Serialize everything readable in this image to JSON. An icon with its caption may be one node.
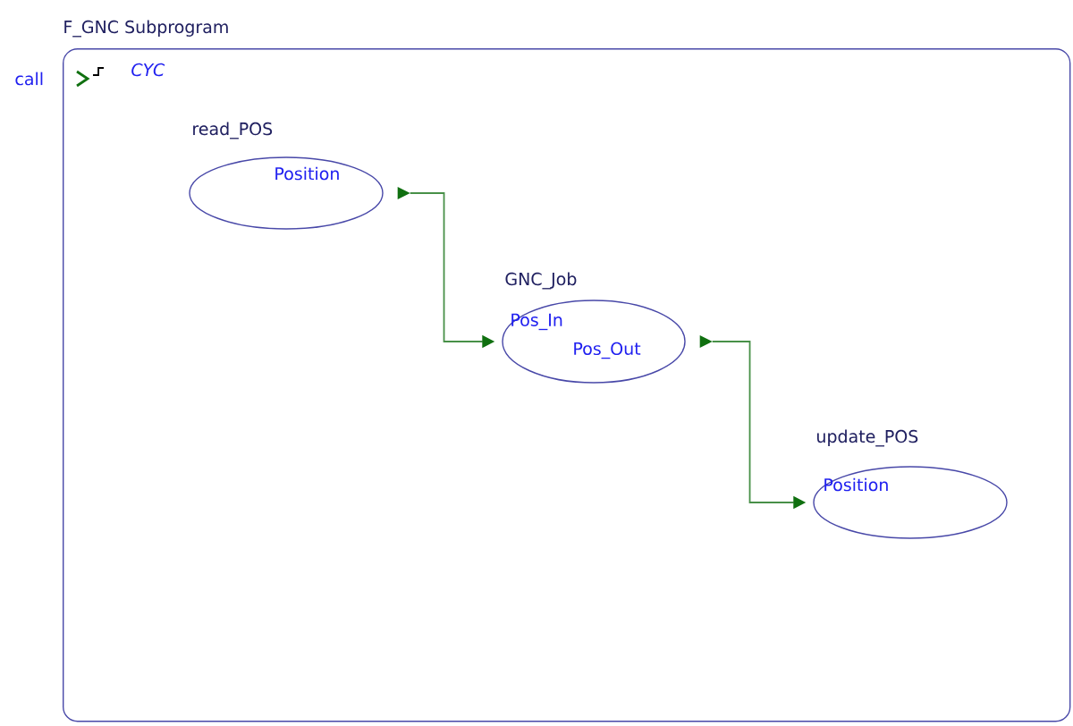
{
  "diagram": {
    "nodes": [
      {
        "text": [
          "F_GNC Subprogram"
        ],
        "beside": [
          "call"
        ]
      },
      {
        "text": [
          "read_POS",
          "Position"
        ],
        "in": 0
      },
      {
        "text": [
          "GNC_Job",
          "Pos_In",
          "Pos_Out"
        ],
        "in": 0
      },
      {
        "text": [
          "update_POS",
          "Position"
        ],
        "in": 0
      }
    ],
    "edges": [
      {
        "from": 1,
        "to": 2,
        "arrow": "to"
      },
      {
        "from": 2,
        "to": 3,
        "arrow": "to"
      }
    ],
    "labels": [
      "CYC"
    ]
  }
}
